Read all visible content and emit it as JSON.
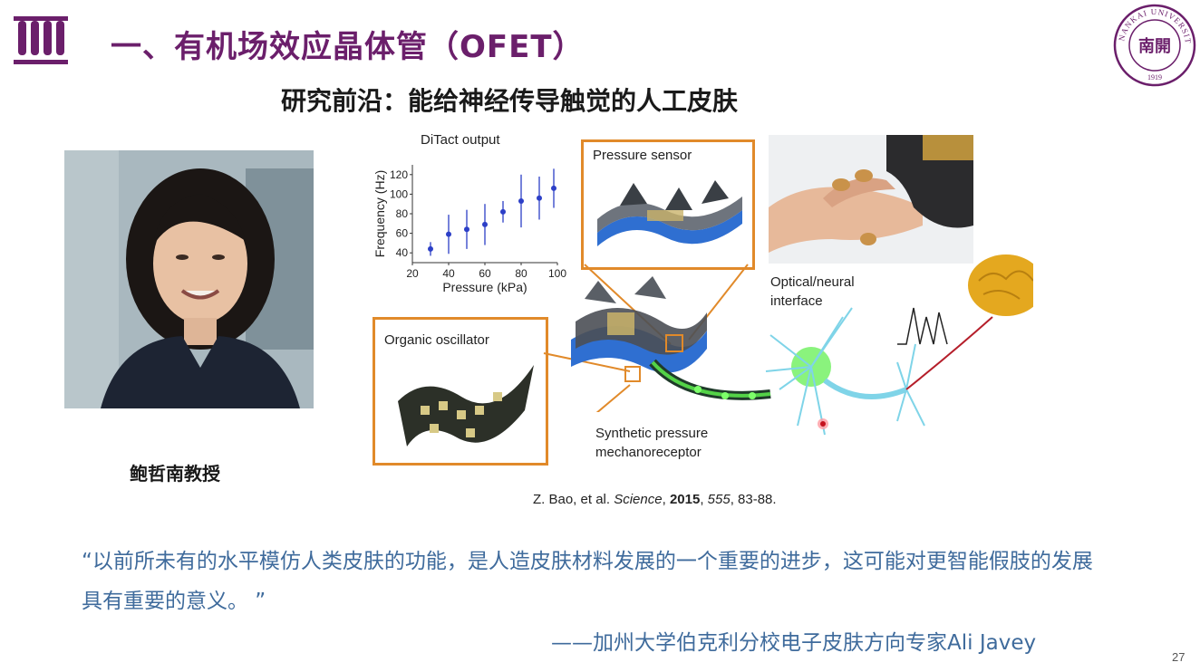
{
  "header": {
    "title": "一、有机场效应晶体管（OFET）",
    "subtitle": "研究前沿：能给神经传导触觉的人工皮肤"
  },
  "logo": {
    "ring_text": "NANKAI UNIVERSITY",
    "center_text": "南開",
    "year": "1919"
  },
  "photo": {
    "caption": "鲍哲南教授"
  },
  "figure": {
    "chart_title": "DiTact output",
    "pressure_sensor_label": "Pressure sensor",
    "organic_oscillator_label": "Organic oscillator",
    "optical_label_1": "Optical/neural",
    "optical_label_2": "interface",
    "synthetic_label_1": "Synthetic pressure",
    "synthetic_label_2": "mechanoreceptor"
  },
  "chart_data": {
    "type": "scatter",
    "title": "DiTact output",
    "xlabel": "Pressure (kPa)",
    "ylabel": "Frequency (Hz)",
    "xlim": [
      20,
      100
    ],
    "ylim": [
      30,
      130
    ],
    "xticks": [
      20,
      40,
      60,
      80,
      100
    ],
    "yticks": [
      40,
      60,
      80,
      100,
      120
    ],
    "x": [
      30,
      40,
      50,
      60,
      70,
      80,
      90,
      98
    ],
    "y": [
      44,
      59,
      64,
      69,
      82,
      93,
      96,
      106
    ],
    "yerr": [
      7,
      20,
      20,
      21,
      11,
      27,
      22,
      20
    ],
    "color": "#2c3fc7"
  },
  "citation": {
    "authors": "Z. Bao, et al. ",
    "journal": "Science",
    "sep1": ", ",
    "year": "2015",
    "sep2": ", ",
    "volume": "555",
    "pages": ", 83-88."
  },
  "quote": {
    "text": "“以前所未有的水平模仿人类皮肤的功能，是人造皮肤材料发展的一个重要的进步，这可能对更智能假肢的发展具有重要的意义。 ”",
    "attribution": "——加州大学伯克利分校电子皮肤方向专家Ali Javey"
  },
  "page_number": "27",
  "colors": {
    "title": "#6b1f6b",
    "quote": "#3f6b9c",
    "frame": "#e18a2a"
  }
}
